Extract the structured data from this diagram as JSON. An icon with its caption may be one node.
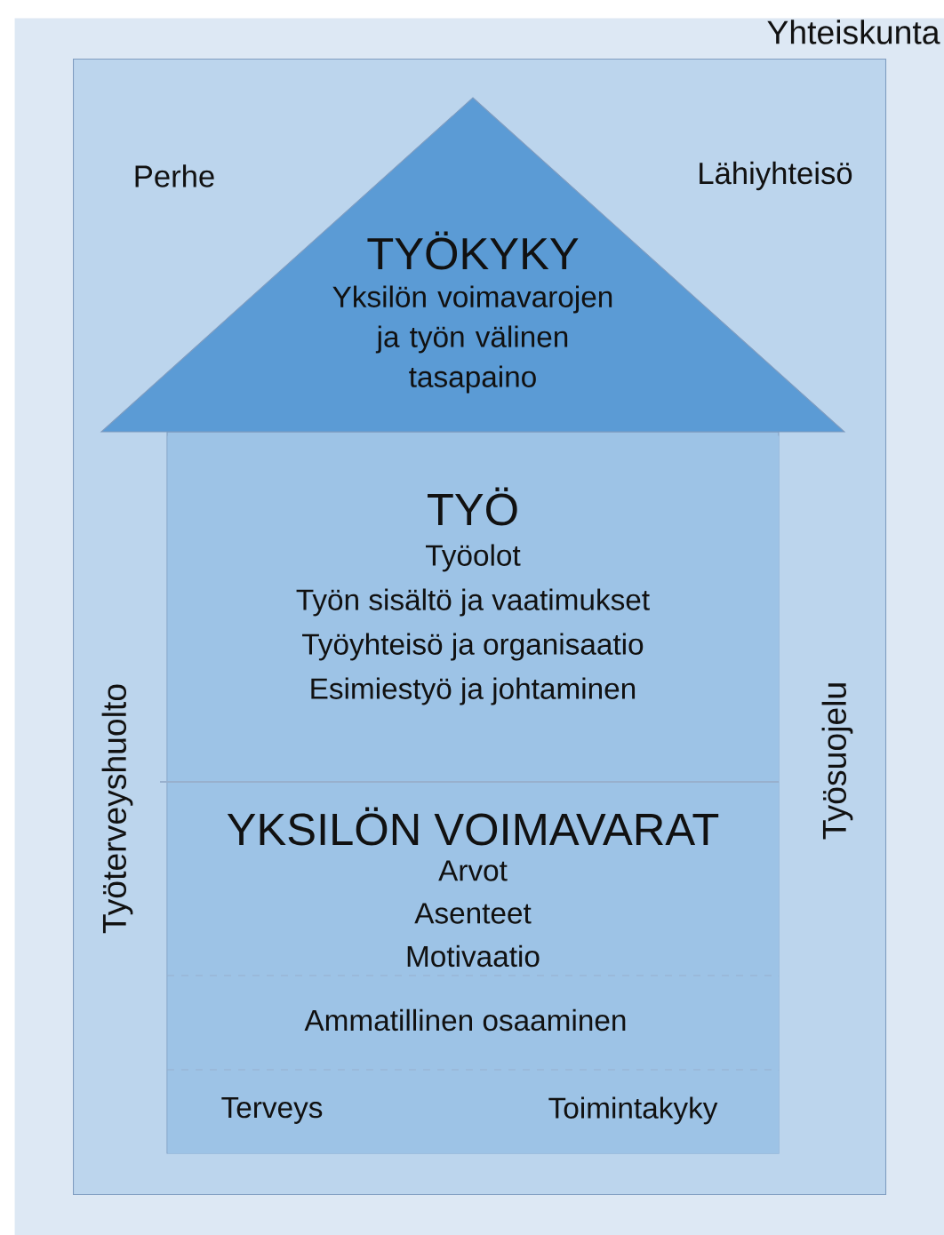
{
  "diagram": {
    "nodes": [
      {
        "text": [
          "Yhteiskunta"
        ]
      },
      {
        "text": [
          "Perhe",
          "Lähiyhteisö",
          "Työterveyshuolto",
          "Työsuojelu"
        ],
        "in": 0
      },
      {
        "text": [
          "TYÖKYKY",
          "Yksilön voimavarojen ja työn välinen tasapaino"
        ],
        "in": 1
      },
      {
        "text": [
          "TYÖ",
          "Työolot",
          "Työn sisältö ja vaatimukset",
          "Työyhteisö ja organisaatio",
          "Esimiestyö ja johtaminen"
        ],
        "in": 1
      },
      {
        "text": [
          "YKSILÖN VOIMAVARAT",
          "Arvot",
          "Asenteet",
          "Motivaatio"
        ],
        "in": 1
      },
      {
        "text": [
          "Ammatillinen osaaminen"
        ],
        "in": 1
      },
      {
        "text": [
          "Terveys",
          "Toimintakyky"
        ],
        "in": 1
      }
    ],
    "edges": []
  }
}
